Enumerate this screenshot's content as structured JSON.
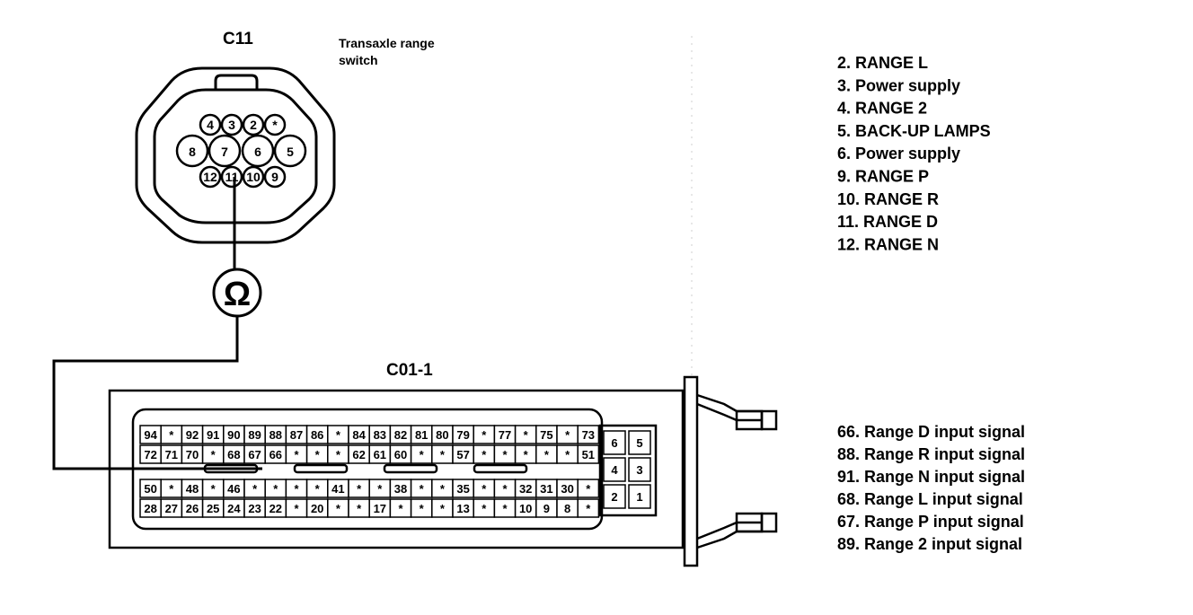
{
  "c11": {
    "title": "C11",
    "description_line1": "Transaxle range",
    "description_line2": "switch",
    "pins_top": [
      "4",
      "3",
      "2",
      "*"
    ],
    "pins_mid": [
      "8",
      "7",
      "6",
      "5"
    ],
    "pins_bot": [
      "12",
      "11",
      "10",
      "9"
    ]
  },
  "meter": {
    "symbol": "Ω"
  },
  "c01": {
    "title": "C01-1",
    "rows": [
      [
        "94",
        "*",
        "92",
        "91",
        "90",
        "89",
        "88",
        "87",
        "86",
        "*",
        "84",
        "83",
        "82",
        "81",
        "80",
        "79",
        "*",
        "77",
        "*",
        "75",
        "*",
        "73"
      ],
      [
        "72",
        "71",
        "70",
        "*",
        "68",
        "67",
        "66",
        "*",
        "*",
        "*",
        "62",
        "61",
        "60",
        "*",
        "*",
        "57",
        "*",
        "*",
        "*",
        "*",
        "*",
        "51"
      ],
      [
        "50",
        "*",
        "48",
        "*",
        "46",
        "*",
        "*",
        "*",
        "*",
        "41",
        "*",
        "*",
        "38",
        "*",
        "*",
        "35",
        "*",
        "*",
        "32",
        "31",
        "30",
        "*"
      ],
      [
        "28",
        "27",
        "26",
        "25",
        "24",
        "23",
        "22",
        "*",
        "20",
        "*",
        "*",
        "17",
        "*",
        "*",
        "*",
        "13",
        "*",
        "*",
        "10",
        "9",
        "8",
        "*"
      ]
    ],
    "small_block": [
      [
        "6",
        "5"
      ],
      [
        "4",
        "3"
      ],
      [
        "2",
        "1"
      ]
    ]
  },
  "legend_c11": [
    "2. RANGE L",
    "3. Power supply",
    "4. RANGE 2",
    "5. BACK-UP LAMPS",
    "6. Power supply",
    "9. RANGE P",
    "10. RANGE R",
    "11. RANGE D",
    "12. RANGE N"
  ],
  "legend_c01": [
    "66. Range D input signal",
    "88. Range R input signal",
    "91. Range N input signal",
    "68. Range L input signal",
    "67. Range P input signal",
    "89. Range 2 input signal"
  ]
}
